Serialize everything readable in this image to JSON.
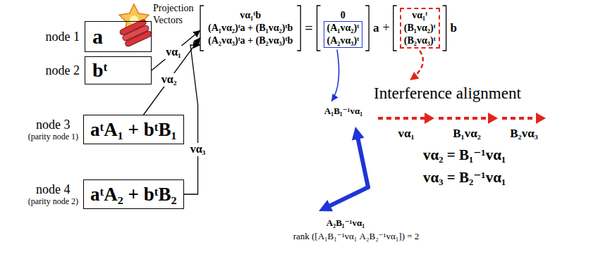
{
  "diagram": {
    "nodes": [
      {
        "text": [
          "node 1",
          "a"
        ]
      },
      {
        "text": [
          "node 2",
          "bᵗ"
        ]
      },
      {
        "text": [
          "node 3",
          "(parity node 1)",
          "aᵗA₁ + bᵗB₁"
        ]
      },
      {
        "text": [
          "node 4",
          "(parity node 2)",
          "aᵗA₂ + bᵗB₂"
        ]
      },
      {
        "text": [
          "vα₁ᵗb",
          "(A₁vα₂)ᵗa + (B₁vα₂)ᵗb",
          "(A₂vα₃)ᵗa + (B₂vα₃)ᵗb"
        ]
      },
      {
        "text": [
          "(A₁vα₂)ᵗ",
          "(A₂vα₃)ᵗ"
        ]
      },
      {
        "text": [
          "vα₁ᵗ",
          "(B₁vα₂)ᵗ",
          "(B₂vα₃)ᵗ"
        ]
      }
    ],
    "edges": [
      {
        "from": 1,
        "to": 4,
        "arrow": "to",
        "label": "vα₁"
      },
      {
        "from": 2,
        "to": 4,
        "arrow": "to",
        "label": "vα₂"
      },
      {
        "from": 3,
        "to": 4,
        "arrow": "to",
        "label": "vα₃"
      }
    ],
    "labels": [
      "Projection Vectors",
      "=",
      "0",
      "a",
      "+",
      "b",
      "A₁B₁⁻¹vα₁",
      "A₂B₁⁻¹vα₁",
      "rank ([A₁B₁⁻¹vα₁ A₂B₂⁻¹vα₁]) = 2",
      "Interference alignment",
      "vα₁",
      "B₁vα₂",
      "B₂vα₃",
      "vα₂ = B₁⁻¹vα₁",
      "vα₃ = B₂⁻¹vα₁"
    ]
  }
}
